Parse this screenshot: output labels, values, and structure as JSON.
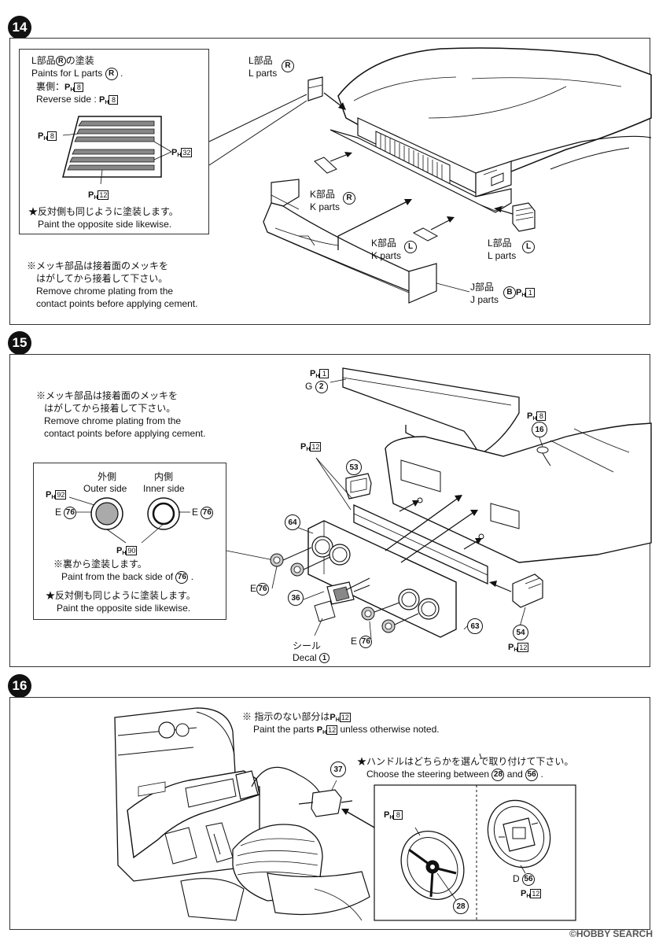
{
  "step14": {
    "number": "14",
    "callout": {
      "line1_jp": "L部品",
      "line1_jp_suffix": "の塗装",
      "line1_code": "R",
      "line2_en": "Paints for L parts",
      "line2_code": "R",
      "line3_jp": "裏側：",
      "line3_ph": "8",
      "line4_en": "Reverse side :",
      "line4_ph": "8",
      "label_ph8": "8",
      "label_ph32": "32",
      "label_ph12": "12",
      "note_jp": "★反対側も同じように塗装します。",
      "note_en": "Paint the opposite side likewise."
    },
    "labels": {
      "l_parts_top_jp": "L部品",
      "l_parts_top_en": "L parts",
      "l_parts_top_code": "R",
      "k_parts_r_jp": "K部品",
      "k_parts_r_en": "K parts",
      "k_parts_r_code": "R",
      "k_parts_l_jp": "K部品",
      "k_parts_l_en": "K parts",
      "k_parts_l_code": "L",
      "l_parts_bottom_jp": "L部品",
      "l_parts_bottom_en": "L parts",
      "l_parts_bottom_code": "L",
      "j_parts_jp": "J部品",
      "j_parts_en": "J parts",
      "j_parts_code": "B",
      "j_parts_ph": "1"
    },
    "chrome_note": {
      "jp1": "※メッキ部品は接着面のメッキを",
      "jp2": "はがしてから接着して下さい。",
      "en1": "Remove chrome plating from the",
      "en2": "contact points before applying cement."
    }
  },
  "step15": {
    "number": "15",
    "chrome_note": {
      "jp1": "※メッキ部品は接着面のメッキを",
      "jp2": "はがしてから接着して下さい。",
      "en1": "Remove chrome plating from the",
      "en2": "contact points before applying cement."
    },
    "callout": {
      "outer_jp": "外側",
      "outer_en": "Outer side",
      "inner_jp": "内側",
      "inner_en": "Inner side",
      "ph92": "92",
      "ph90": "90",
      "e_left": "E",
      "e_left_num": "76",
      "e_right": "E",
      "e_right_num": "76",
      "back_jp": "※裏から塗装します。",
      "back_en": "Paint from the back side of",
      "back_num": "76",
      "note_jp": "★反対側も同じように塗装します。",
      "note_en": "Paint the opposite side likewise."
    },
    "labels": {
      "ph1": "1",
      "g_letter": "G",
      "g_num": "2",
      "ph8": "8",
      "part16": "16",
      "ph12_top": "12",
      "part53": "53",
      "part64": "64",
      "e76_left_letter": "E",
      "e76_left_num": "76",
      "part36": "36",
      "decal_jp": "シール",
      "decal_en": "Decal",
      "decal_num": "1",
      "e76_bottom_letter": "E",
      "e76_bottom_num": "76",
      "part63": "63",
      "part54": "54",
      "ph12_bottom": "12"
    }
  },
  "step16": {
    "number": "16",
    "note1_jp": "※ 指示のない部分は",
    "note1_ph": "12",
    "note1_en_pre": "Paint the parts",
    "note1_en_ph": "12",
    "note1_en_post": "unless otherwise noted.",
    "note2_jp": "★ハンドルはどちらかを選んで取り付けて下さい。",
    "note2_en_pre": "Choose the steering between",
    "note2_num_a": "28",
    "note2_and": "and",
    "note2_num_b": "56",
    "part37": "37",
    "ph8": "8",
    "part28": "28",
    "d_letter": "D",
    "part56": "56",
    "ph12": "12"
  },
  "watermark": "©HOBBY SEARCH",
  "ph_symbol": "P",
  "ph_sub": "H"
}
